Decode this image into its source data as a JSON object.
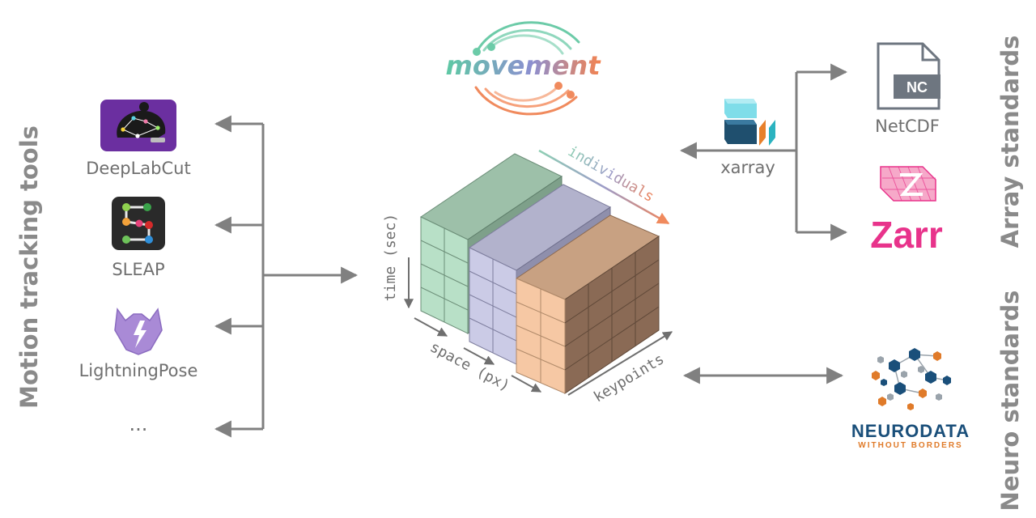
{
  "brand": {
    "name": "movement"
  },
  "tools": {
    "heading": "Motion tracking tools",
    "items": [
      {
        "label": "DeepLabCut"
      },
      {
        "label": "SLEAP"
      },
      {
        "label": "LightningPose"
      },
      {
        "label": "..."
      }
    ]
  },
  "cube": {
    "time_label": "time (sec)",
    "space_label": "space (px)",
    "keypoints_label": "keypoints",
    "individuals_label": "individuals"
  },
  "array_standards": {
    "heading": "Array standards",
    "xarray": {
      "label": "xarray"
    },
    "netcdf": {
      "label": "NetCDF",
      "badge": "NC"
    },
    "zarr": {
      "label": "Zarr"
    }
  },
  "neuro_standards": {
    "heading": "Neuro standards",
    "nwb": {
      "title": "NEURODATA",
      "subtitle": "WITHOUT BORDERS"
    }
  },
  "colors": {
    "arrow": "#808080",
    "slab_green": "#8fb49f",
    "slab_purple": "#9c9cb8",
    "slab_orange": "#b78b6a",
    "movement_gradient": [
      "#6ccba8",
      "#f08a5d"
    ],
    "deeplabcut_bg": "#6b2fa0",
    "zarr_pink": "#e8338b",
    "nwb_blue": "#1a4f7a",
    "nwb_orange": "#e07b2a"
  }
}
